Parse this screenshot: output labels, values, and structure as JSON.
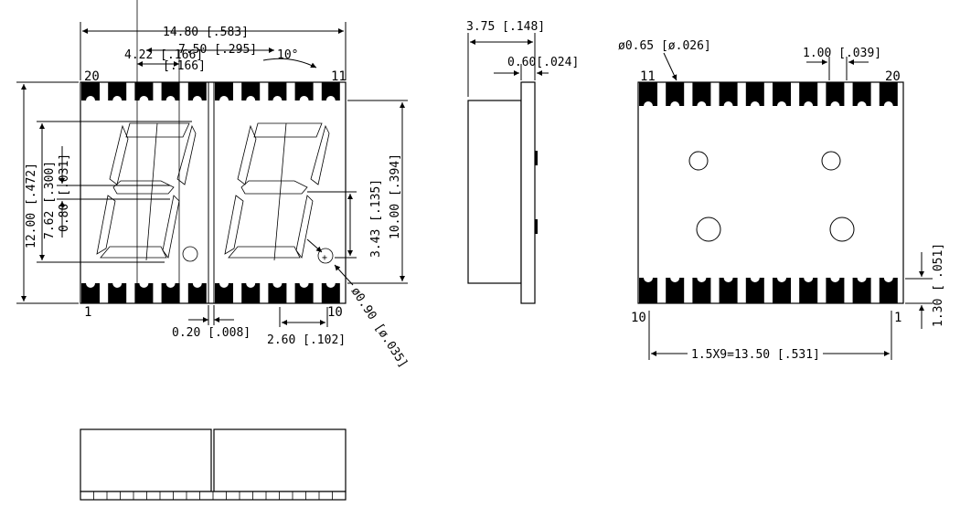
{
  "front_view": {
    "overall_width": "14.80 [.583]",
    "digit_pitch": "7.50 [.295]",
    "segment_offset": "4.22 [.166]",
    "slant_angle": "10°",
    "overall_height": "12.00 [.472]",
    "digit_height": "7.62 [.300]",
    "segment_width": "0.80 [.031]",
    "body_height": "10.00 [.394]",
    "dp_height": "3.43 [.135]",
    "dp_diameter": "ø0.90 [ø.035]",
    "gap": "0.20 [.008]",
    "dp_offset": "2.60 [.102]",
    "pin_1": "1",
    "pin_10": "10",
    "pin_20": "20",
    "pin_11": "11"
  },
  "side_view": {
    "depth": "3.75 [.148]",
    "flange": "0.60[.024]"
  },
  "back_view": {
    "pad_hole": "ø0.65 [ø.026]",
    "pad_width": "1.00 [.039]",
    "pin_11": "11",
    "pin_20": "20",
    "pin_10": "10",
    "pin_1": "1",
    "pad_depth": ".051]",
    "pad_height": "1.30 [",
    "pitch_total": "1.5X9=13.50 [.531]"
  }
}
